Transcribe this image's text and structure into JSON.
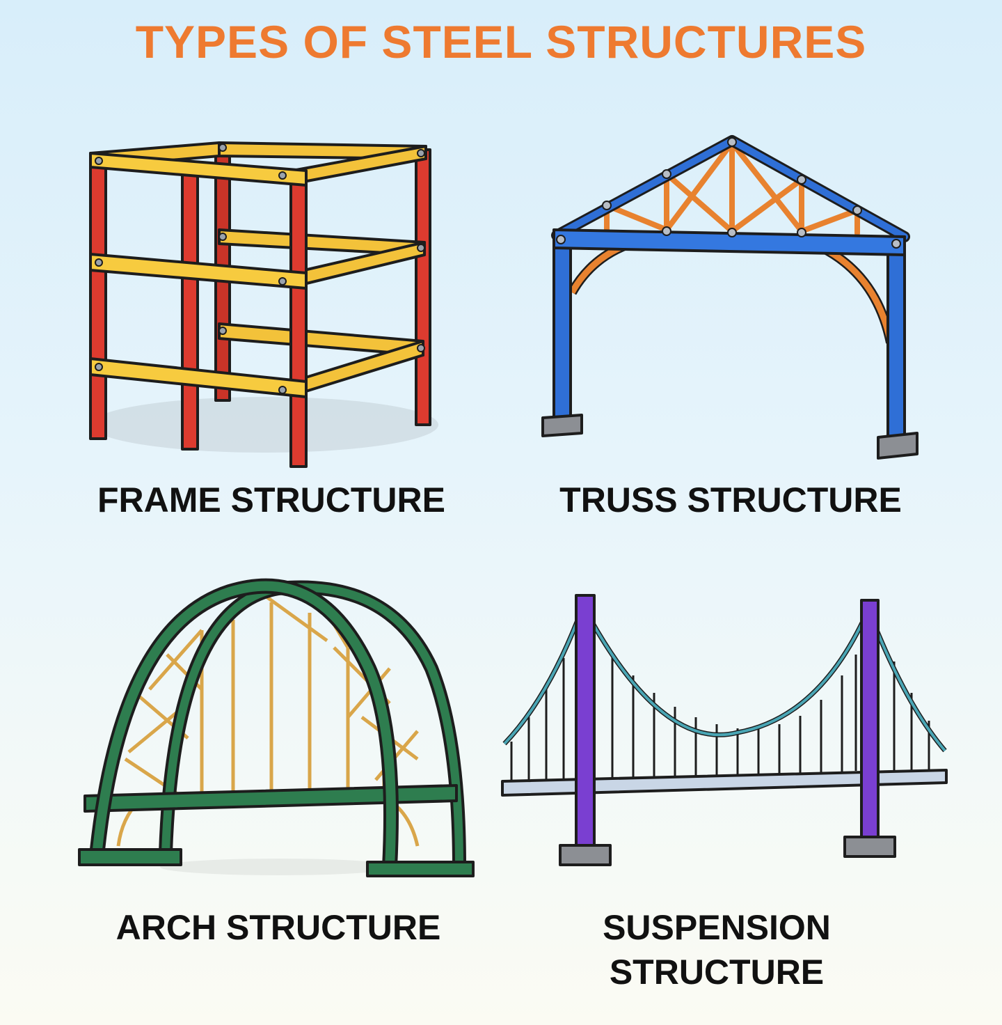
{
  "title": "TYPES OF STEEL STRUCTURES",
  "colors": {
    "title": "#ee7a30",
    "frame_column": "#dd3b2f",
    "frame_beam": "#f3c23a",
    "truss_member": "#2f6fd6",
    "truss_web": "#e8822f",
    "arch_rib": "#2e7d4f",
    "arch_web": "#d9a64a",
    "tower": "#7a3fd1",
    "cable": "#4aa6b5",
    "deck": "#c9d6e6"
  },
  "panels": [
    {
      "label": "FRAME STRUCTURE"
    },
    {
      "label": "TRUSS STRUCTURE"
    },
    {
      "label": "ARCH STRUCTURE"
    },
    {
      "label": "SUSPENSION\nSTRUCTURE"
    }
  ]
}
